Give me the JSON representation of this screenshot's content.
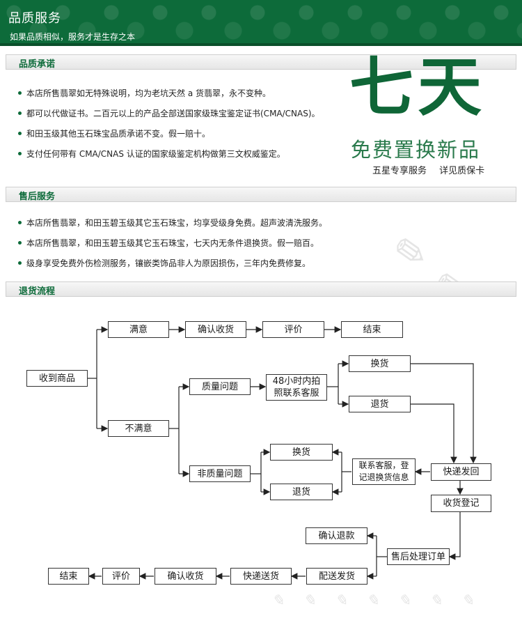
{
  "banner": {
    "title": "品质服务",
    "subtitle": "如果品质相似，服务才是生存之本"
  },
  "quality": {
    "heading": "品质承诺",
    "items": [
      "本店所售翡翠如无特殊说明，均为老坑天然 a 货翡翠，永不变种。",
      "都可以代做证书。二百元以上的产品全部送国家级珠宝鉴定证书(CMA/CNAS)。",
      "和田玉级其他玉石珠宝品质承诺不变。假一赔十。",
      "支付任何带有 CMA/CNAS 认证的国家级鉴定机构做第三文权威鉴定。"
    ]
  },
  "promo": {
    "big": "七天",
    "line": "免费置换新品",
    "tags": "五星专享服务 详见质保卡"
  },
  "after_sale": {
    "heading": "售后服务",
    "items": [
      "本店所售翡翠，和田玉碧玉级其它玉石珠宝，均享受级身免费。超声波清洗服务。",
      "本店所售翡翠，和田玉碧玉级其它玉石珠宝，七天内无条件退换货。假一赔百。",
      "级身享受免费外伤检测服务，镶嵌类饰品非人为原因损伤，三年内免费修复。"
    ]
  },
  "returns": {
    "heading": "退货流程"
  },
  "flow": {
    "receive": "收到商品",
    "satisfied": "满意",
    "confirm1": "确认收货",
    "review1": "评价",
    "end1": "结束",
    "unsatisfied": "不满意",
    "quality_issue": "质量问题",
    "photo_48h": "48小时内拍照联系客服",
    "exchange1": "换货",
    "return1": "退货",
    "non_quality": "非质量问题",
    "exchange2": "换货",
    "return2": "退货",
    "contact_service": "联系客服，登记退换货信息",
    "express_back": "快递发回",
    "receipt_register": "收货登记",
    "confirm_refund": "确认退款",
    "after_sale_order": "售后处理订单",
    "ship_out": "配送发货",
    "express_send": "快递送货",
    "confirm2": "确认收货",
    "review2": "评价",
    "end2": "结束"
  }
}
